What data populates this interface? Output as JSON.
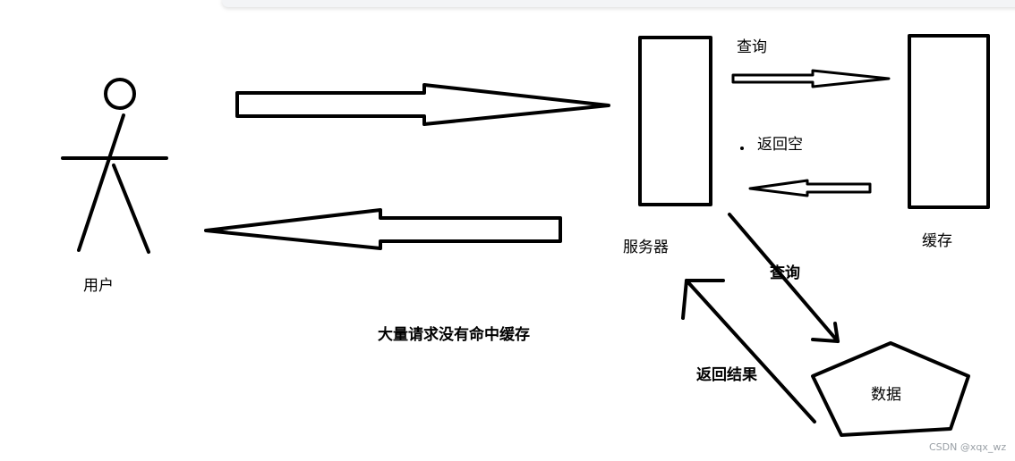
{
  "labels": {
    "user": "用户",
    "server": "服务器",
    "cache": "缓存",
    "query_top": "查询",
    "return_empty": "返回空",
    "query_db": "查询",
    "return_result": "返回结果",
    "database": "数据",
    "caption": "大量请求没有命中缓存"
  },
  "watermark": "CSDN @xqx_wz",
  "colors": {
    "stroke": "#000000",
    "background": "#ffffff",
    "watermark": "#9aa0a6"
  }
}
